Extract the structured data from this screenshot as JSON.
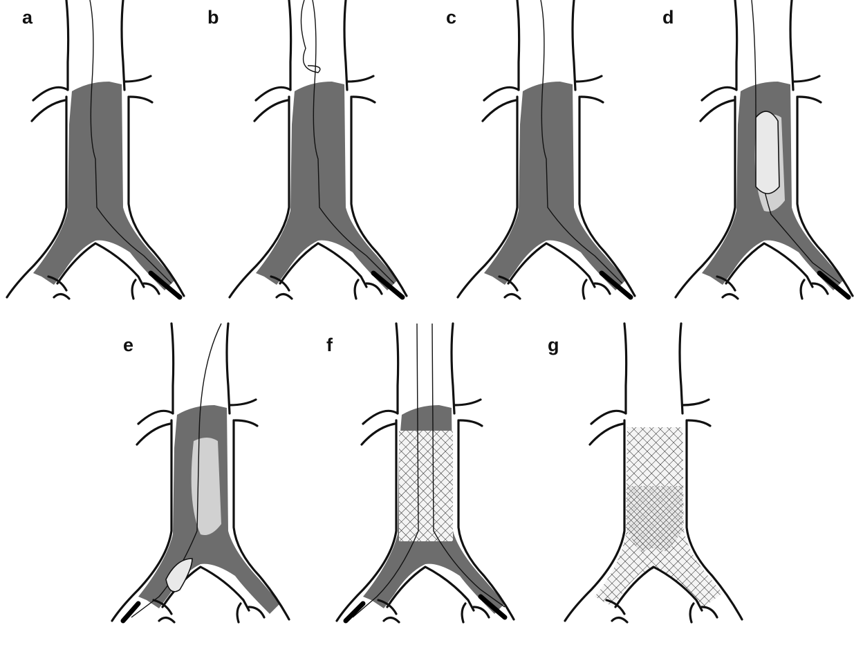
{
  "panels": [
    {
      "label": "a",
      "stage": "wire-through-thrombus"
    },
    {
      "label": "b",
      "stage": "snare-wire"
    },
    {
      "label": "c",
      "stage": "catheter-through-occlusion"
    },
    {
      "label": "d",
      "stage": "balloon-upper"
    },
    {
      "label": "e",
      "stage": "balloon-iliac"
    },
    {
      "label": "f",
      "stage": "stent-cava-two-wires"
    },
    {
      "label": "g",
      "stage": "stent-full"
    }
  ],
  "colors": {
    "thrombus": "#6d6d6d",
    "vessel_wall": "#111111",
    "balloon": "#e9e9e9",
    "stent_mesh": "#222222",
    "background": "#ffffff"
  }
}
